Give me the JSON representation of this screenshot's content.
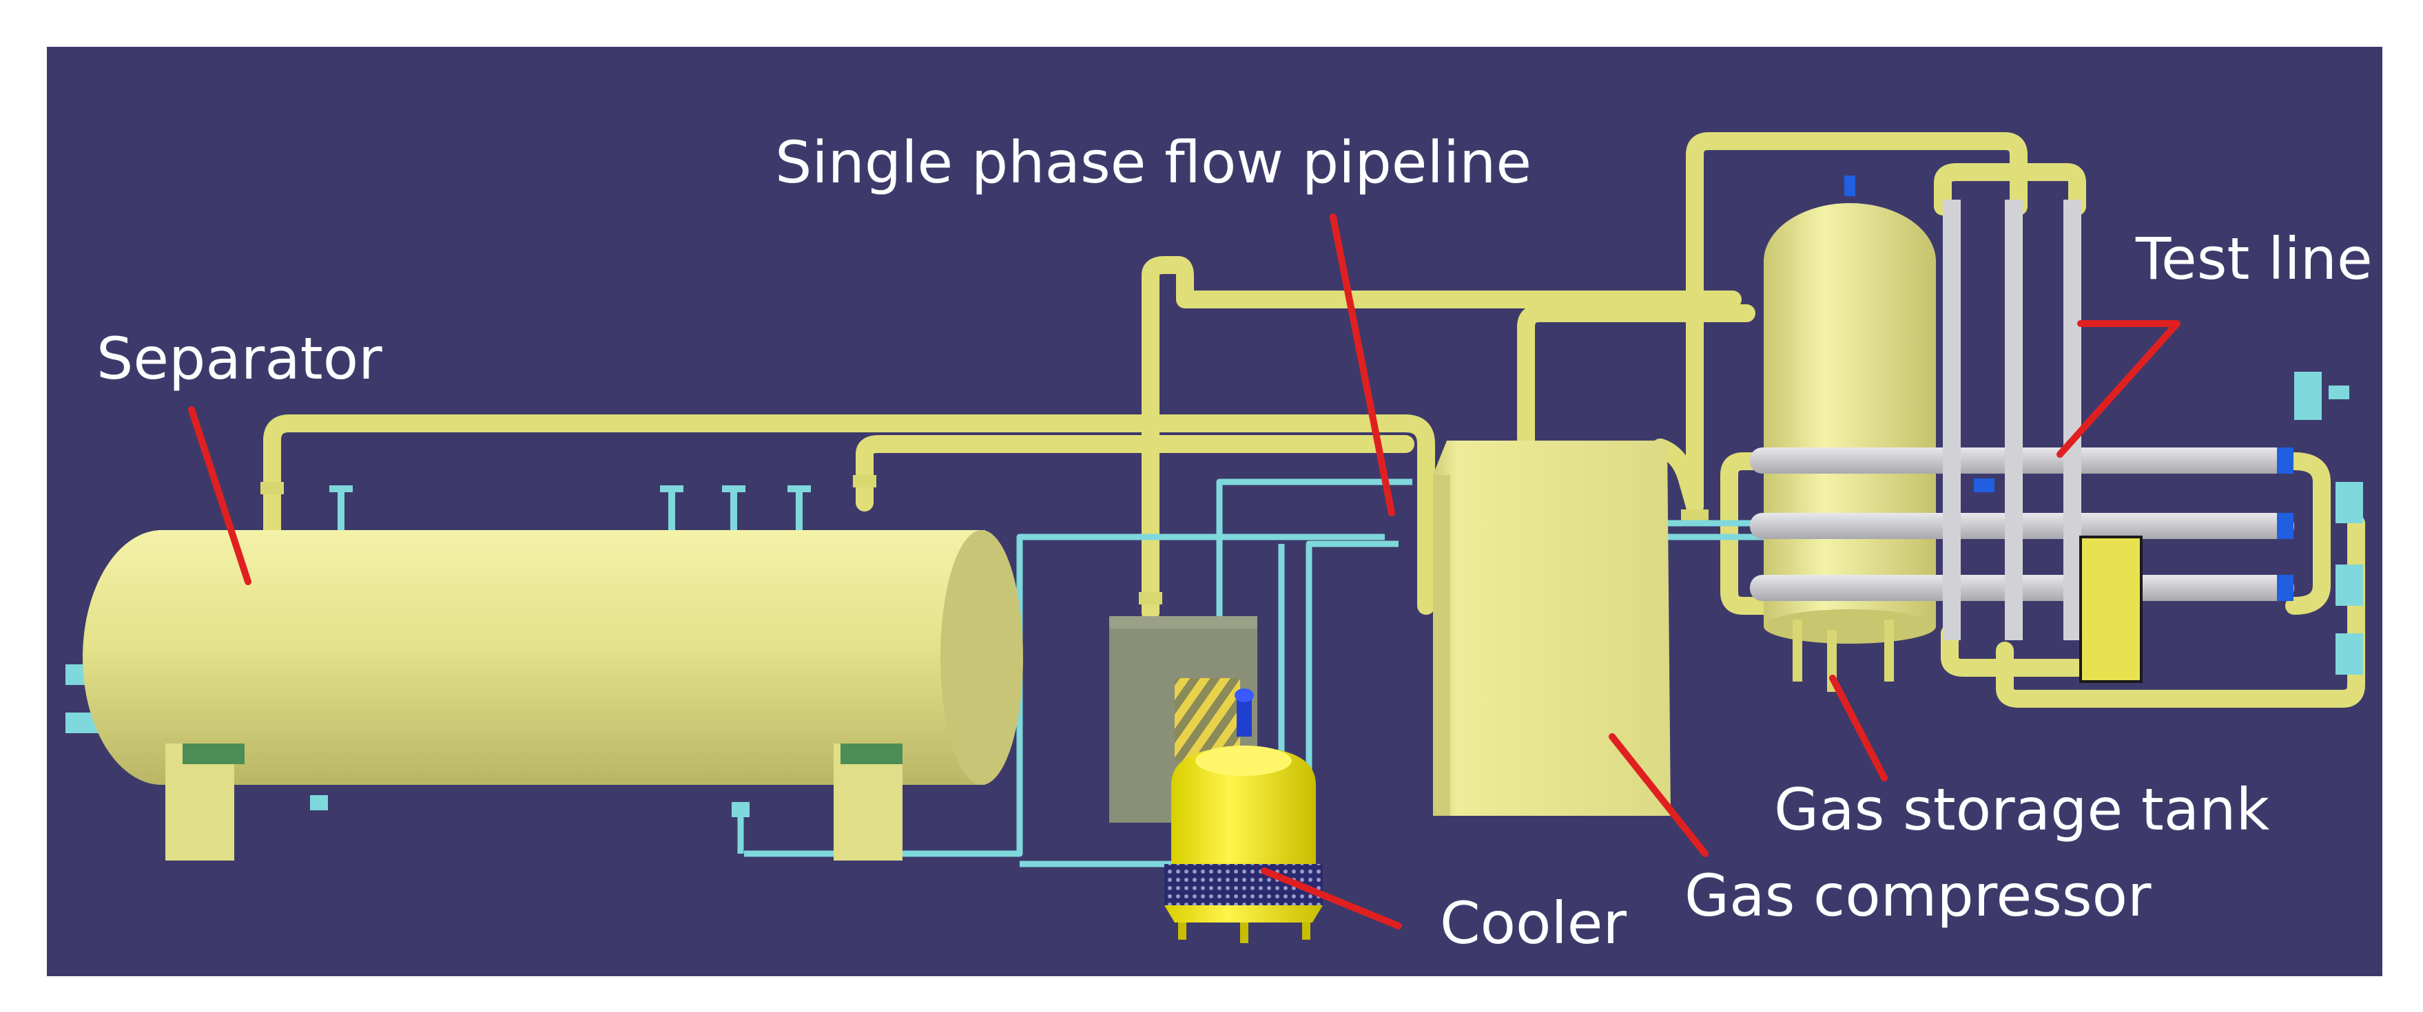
{
  "diagram": {
    "background_color": "#3d3a6b",
    "equipment_color": "#e6e48a",
    "pipe_color": "#e0de78",
    "water_pipe_color": "#7fd8dc",
    "test_line_color": "#c8c8cc",
    "pointer_color": "#e02020",
    "label_color": "#ffffff",
    "labels": {
      "separator": "Separator",
      "single_phase_flow_pipeline": "Single phase flow pipeline",
      "test_line": "Test line",
      "gas_storage_tank": "Gas storage tank",
      "gas_compressor": "Gas compressor",
      "cooler": "Cooler"
    }
  }
}
